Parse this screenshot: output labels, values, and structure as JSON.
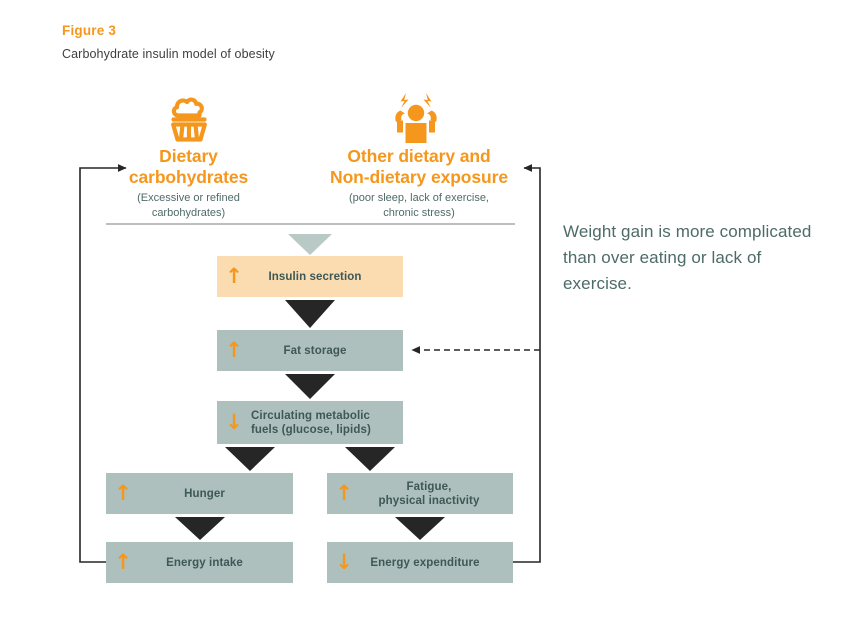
{
  "figure": {
    "label": "Figure 3",
    "title": "Carbohydrate insulin model of obesity",
    "label_color": "#F5971D"
  },
  "sources": [
    {
      "id": "dietary-carbohydrates",
      "icon": "cupcake-icon",
      "title": "Dietary\ncarbohydrates",
      "subtitle": "(Excessive or refined\ncarbohydrates)"
    },
    {
      "id": "other-dietary-non-dietary",
      "icon": "stressed-person-icon",
      "title": "Other dietary and\nNon-dietary exposure",
      "subtitle": "(poor sleep, lack of exercise,\nchronic stress)"
    }
  ],
  "flow_boxes": [
    {
      "id": "insulin-secretion",
      "label": "Insulin secretion",
      "direction": "up",
      "arrow": "↑",
      "fill": "#fbdbb0"
    },
    {
      "id": "fat-storage",
      "label": "Fat storage",
      "direction": "up",
      "arrow": "↑",
      "fill": "#adc0bd"
    },
    {
      "id": "circulating-fuels",
      "label": "Circulating metabolic\nfuels (glucose, lipids)",
      "direction": "down",
      "arrow": "↓",
      "fill": "#adc0bd"
    },
    {
      "id": "hunger",
      "label": "Hunger",
      "direction": "up",
      "arrow": "↑",
      "fill": "#adc0bd"
    },
    {
      "id": "fatigue",
      "label": "Fatigue,\nphysical inactivity",
      "direction": "up",
      "arrow": "↑",
      "fill": "#adc0bd"
    },
    {
      "id": "energy-intake",
      "label": "Energy intake",
      "direction": "up",
      "arrow": "↑",
      "fill": "#adc0bd"
    },
    {
      "id": "energy-expenditure",
      "label": "Energy expenditure",
      "direction": "down",
      "arrow": "↓",
      "fill": "#adc0bd"
    }
  ],
  "pull_quote": "Weight gain is more complicated than over eating or lack of exercise.",
  "colors": {
    "accent_orange": "#F5971D",
    "box_green": "#adc0bd",
    "box_peach": "#fbdbb0",
    "text_teal": "#3d5856",
    "arrow_dark": "#262626",
    "divider_grey": "#a8a8a8",
    "triangle_light": "#b9c9c5"
  }
}
